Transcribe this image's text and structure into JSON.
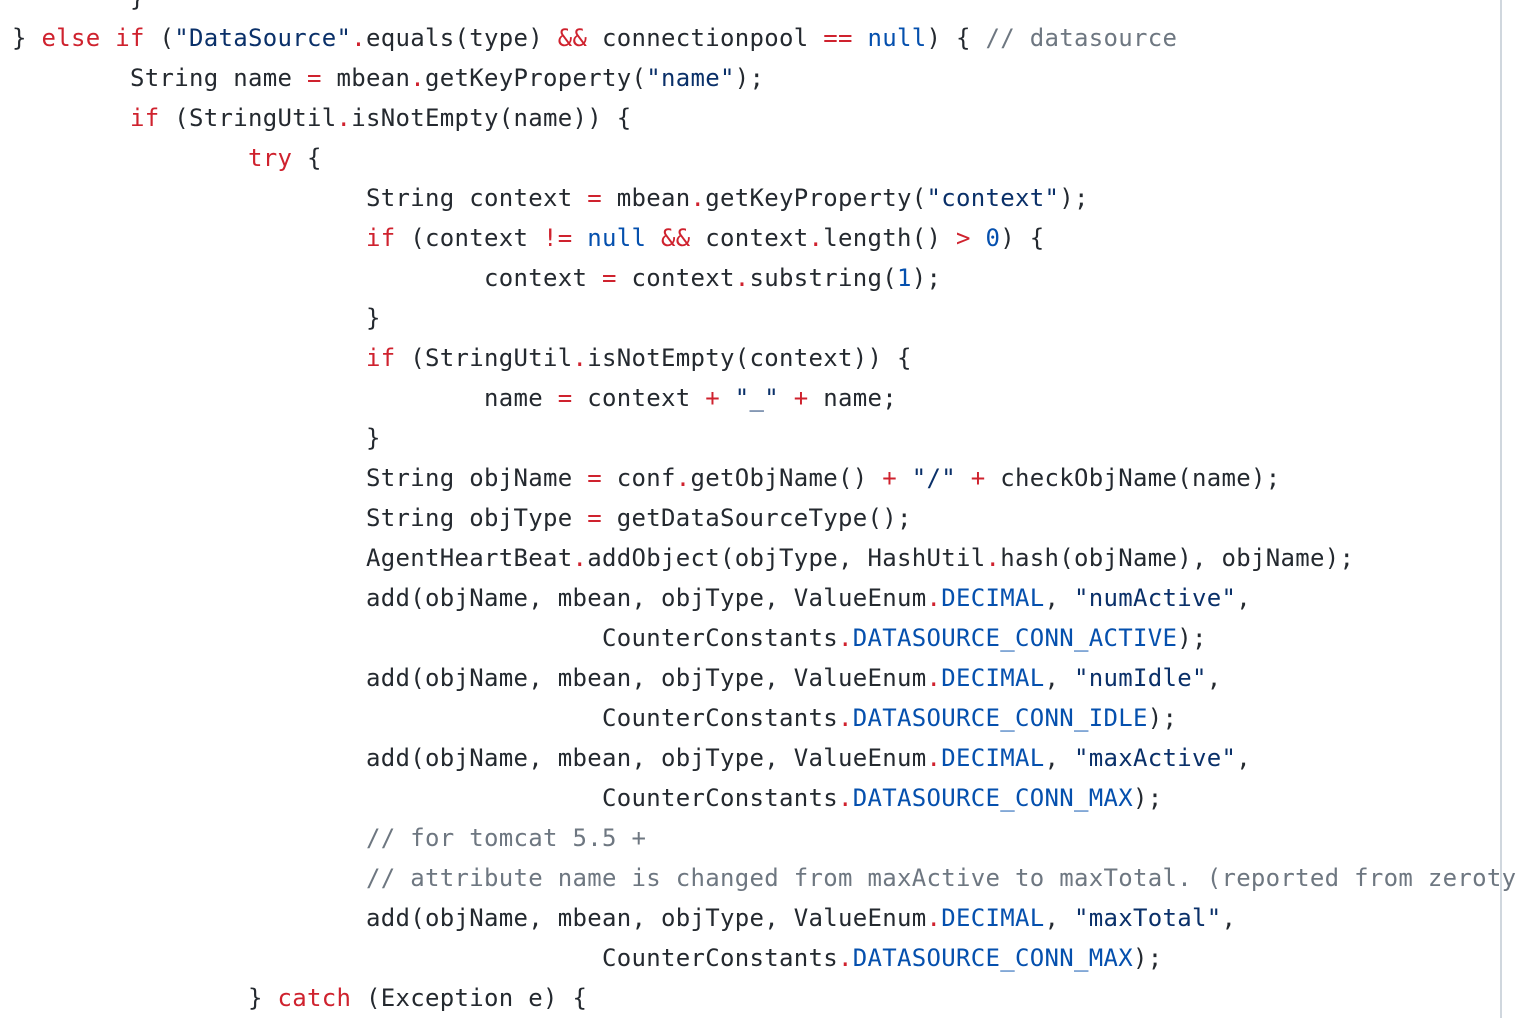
{
  "editor": {
    "lines": [
      [
        {
          "t": "        }",
          "c": ""
        }
      ],
      [
        {
          "t": "} ",
          "c": ""
        },
        {
          "t": "else",
          "c": "kw"
        },
        {
          "t": " ",
          "c": ""
        },
        {
          "t": "if",
          "c": "kw"
        },
        {
          "t": " (",
          "c": ""
        },
        {
          "t": "\"DataSource\"",
          "c": "str"
        },
        {
          "t": ".",
          "c": "op"
        },
        {
          "t": "equals(type) ",
          "c": ""
        },
        {
          "t": "&&",
          "c": "op"
        },
        {
          "t": " connectionpool ",
          "c": ""
        },
        {
          "t": "==",
          "c": "op"
        },
        {
          "t": " ",
          "c": ""
        },
        {
          "t": "null",
          "c": "nl"
        },
        {
          "t": ") { ",
          "c": ""
        },
        {
          "t": "// datasource",
          "c": "cmt"
        }
      ],
      [
        {
          "t": "        String name ",
          "c": ""
        },
        {
          "t": "=",
          "c": "op"
        },
        {
          "t": " mbean",
          "c": ""
        },
        {
          "t": ".",
          "c": "op"
        },
        {
          "t": "getKeyProperty(",
          "c": ""
        },
        {
          "t": "\"name\"",
          "c": "str"
        },
        {
          "t": ");",
          "c": ""
        }
      ],
      [
        {
          "t": "        ",
          "c": ""
        },
        {
          "t": "if",
          "c": "kw"
        },
        {
          "t": " (StringUtil",
          "c": ""
        },
        {
          "t": ".",
          "c": "op"
        },
        {
          "t": "isNotEmpty(name)) {",
          "c": ""
        }
      ],
      [
        {
          "t": "                ",
          "c": ""
        },
        {
          "t": "try",
          "c": "kw"
        },
        {
          "t": " {",
          "c": ""
        }
      ],
      [
        {
          "t": "                        String context ",
          "c": ""
        },
        {
          "t": "=",
          "c": "op"
        },
        {
          "t": " mbean",
          "c": ""
        },
        {
          "t": ".",
          "c": "op"
        },
        {
          "t": "getKeyProperty(",
          "c": ""
        },
        {
          "t": "\"context\"",
          "c": "str"
        },
        {
          "t": ");",
          "c": ""
        }
      ],
      [
        {
          "t": "                        ",
          "c": ""
        },
        {
          "t": "if",
          "c": "kw"
        },
        {
          "t": " (context ",
          "c": ""
        },
        {
          "t": "!=",
          "c": "op"
        },
        {
          "t": " ",
          "c": ""
        },
        {
          "t": "null",
          "c": "nl"
        },
        {
          "t": " ",
          "c": ""
        },
        {
          "t": "&&",
          "c": "op"
        },
        {
          "t": " context",
          "c": ""
        },
        {
          "t": ".",
          "c": "op"
        },
        {
          "t": "length() ",
          "c": ""
        },
        {
          "t": ">",
          "c": "op"
        },
        {
          "t": " ",
          "c": ""
        },
        {
          "t": "0",
          "c": "num"
        },
        {
          "t": ") {",
          "c": ""
        }
      ],
      [
        {
          "t": "                                context ",
          "c": ""
        },
        {
          "t": "=",
          "c": "op"
        },
        {
          "t": " context",
          "c": ""
        },
        {
          "t": ".",
          "c": "op"
        },
        {
          "t": "substring(",
          "c": ""
        },
        {
          "t": "1",
          "c": "num"
        },
        {
          "t": ");",
          "c": ""
        }
      ],
      [
        {
          "t": "                        }",
          "c": ""
        }
      ],
      [
        {
          "t": "                        ",
          "c": ""
        },
        {
          "t": "if",
          "c": "kw"
        },
        {
          "t": " (StringUtil",
          "c": ""
        },
        {
          "t": ".",
          "c": "op"
        },
        {
          "t": "isNotEmpty(context)) {",
          "c": ""
        }
      ],
      [
        {
          "t": "                                name ",
          "c": ""
        },
        {
          "t": "=",
          "c": "op"
        },
        {
          "t": " context ",
          "c": ""
        },
        {
          "t": "+",
          "c": "op"
        },
        {
          "t": " ",
          "c": ""
        },
        {
          "t": "\"_\"",
          "c": "str"
        },
        {
          "t": " ",
          "c": ""
        },
        {
          "t": "+",
          "c": "op"
        },
        {
          "t": " name;",
          "c": ""
        }
      ],
      [
        {
          "t": "                        }",
          "c": ""
        }
      ],
      [
        {
          "t": "                        String objName ",
          "c": ""
        },
        {
          "t": "=",
          "c": "op"
        },
        {
          "t": " conf",
          "c": ""
        },
        {
          "t": ".",
          "c": "op"
        },
        {
          "t": "getObjName() ",
          "c": ""
        },
        {
          "t": "+",
          "c": "op"
        },
        {
          "t": " ",
          "c": ""
        },
        {
          "t": "\"/\"",
          "c": "str"
        },
        {
          "t": " ",
          "c": ""
        },
        {
          "t": "+",
          "c": "op"
        },
        {
          "t": " checkObjName(name);",
          "c": ""
        }
      ],
      [
        {
          "t": "                        String objType ",
          "c": ""
        },
        {
          "t": "=",
          "c": "op"
        },
        {
          "t": " getDataSourceType();",
          "c": ""
        }
      ],
      [
        {
          "t": "                        AgentHeartBeat",
          "c": ""
        },
        {
          "t": ".",
          "c": "op"
        },
        {
          "t": "addObject(objType, HashUtil",
          "c": ""
        },
        {
          "t": ".",
          "c": "op"
        },
        {
          "t": "hash(objName), objName);",
          "c": ""
        }
      ],
      [
        {
          "t": "                        add(objName, mbean, objType, ValueEnum",
          "c": ""
        },
        {
          "t": ".",
          "c": "op"
        },
        {
          "t": "DECIMAL",
          "c": "const"
        },
        {
          "t": ", ",
          "c": ""
        },
        {
          "t": "\"numActive\"",
          "c": "str"
        },
        {
          "t": ",",
          "c": ""
        }
      ],
      [
        {
          "t": "                                        CounterConstants",
          "c": ""
        },
        {
          "t": ".",
          "c": "op"
        },
        {
          "t": "DATASOURCE_CONN_ACTIVE",
          "c": "const"
        },
        {
          "t": ");",
          "c": ""
        }
      ],
      [
        {
          "t": "                        add(objName, mbean, objType, ValueEnum",
          "c": ""
        },
        {
          "t": ".",
          "c": "op"
        },
        {
          "t": "DECIMAL",
          "c": "const"
        },
        {
          "t": ", ",
          "c": ""
        },
        {
          "t": "\"numIdle\"",
          "c": "str"
        },
        {
          "t": ",",
          "c": ""
        }
      ],
      [
        {
          "t": "                                        CounterConstants",
          "c": ""
        },
        {
          "t": ".",
          "c": "op"
        },
        {
          "t": "DATASOURCE_CONN_IDLE",
          "c": "const"
        },
        {
          "t": ");",
          "c": ""
        }
      ],
      [
        {
          "t": "                        add(objName, mbean, objType, ValueEnum",
          "c": ""
        },
        {
          "t": ".",
          "c": "op"
        },
        {
          "t": "DECIMAL",
          "c": "const"
        },
        {
          "t": ", ",
          "c": ""
        },
        {
          "t": "\"maxActive\"",
          "c": "str"
        },
        {
          "t": ",",
          "c": ""
        }
      ],
      [
        {
          "t": "                                        CounterConstants",
          "c": ""
        },
        {
          "t": ".",
          "c": "op"
        },
        {
          "t": "DATASOURCE_CONN_MAX",
          "c": "const"
        },
        {
          "t": ");",
          "c": ""
        }
      ],
      [
        {
          "t": "                        ",
          "c": ""
        },
        {
          "t": "// for tomcat 5.5 +",
          "c": "cmt"
        }
      ],
      [
        {
          "t": "                        ",
          "c": ""
        },
        {
          "t": "// attribute name is changed from maxActive to maxTotal. (reported from zeroty",
          "c": "cmt"
        }
      ],
      [
        {
          "t": "                        add(objName, mbean, objType, ValueEnum",
          "c": ""
        },
        {
          "t": ".",
          "c": "op"
        },
        {
          "t": "DECIMAL",
          "c": "const"
        },
        {
          "t": ", ",
          "c": ""
        },
        {
          "t": "\"maxTotal\"",
          "c": "str"
        },
        {
          "t": ",",
          "c": ""
        }
      ],
      [
        {
          "t": "                                        CounterConstants",
          "c": ""
        },
        {
          "t": ".",
          "c": "op"
        },
        {
          "t": "DATASOURCE_CONN_MAX",
          "c": "const"
        },
        {
          "t": ");",
          "c": ""
        }
      ],
      [
        {
          "t": "                } ",
          "c": ""
        },
        {
          "t": "catch",
          "c": "kw"
        },
        {
          "t": " (Exception e) {",
          "c": ""
        }
      ]
    ]
  }
}
